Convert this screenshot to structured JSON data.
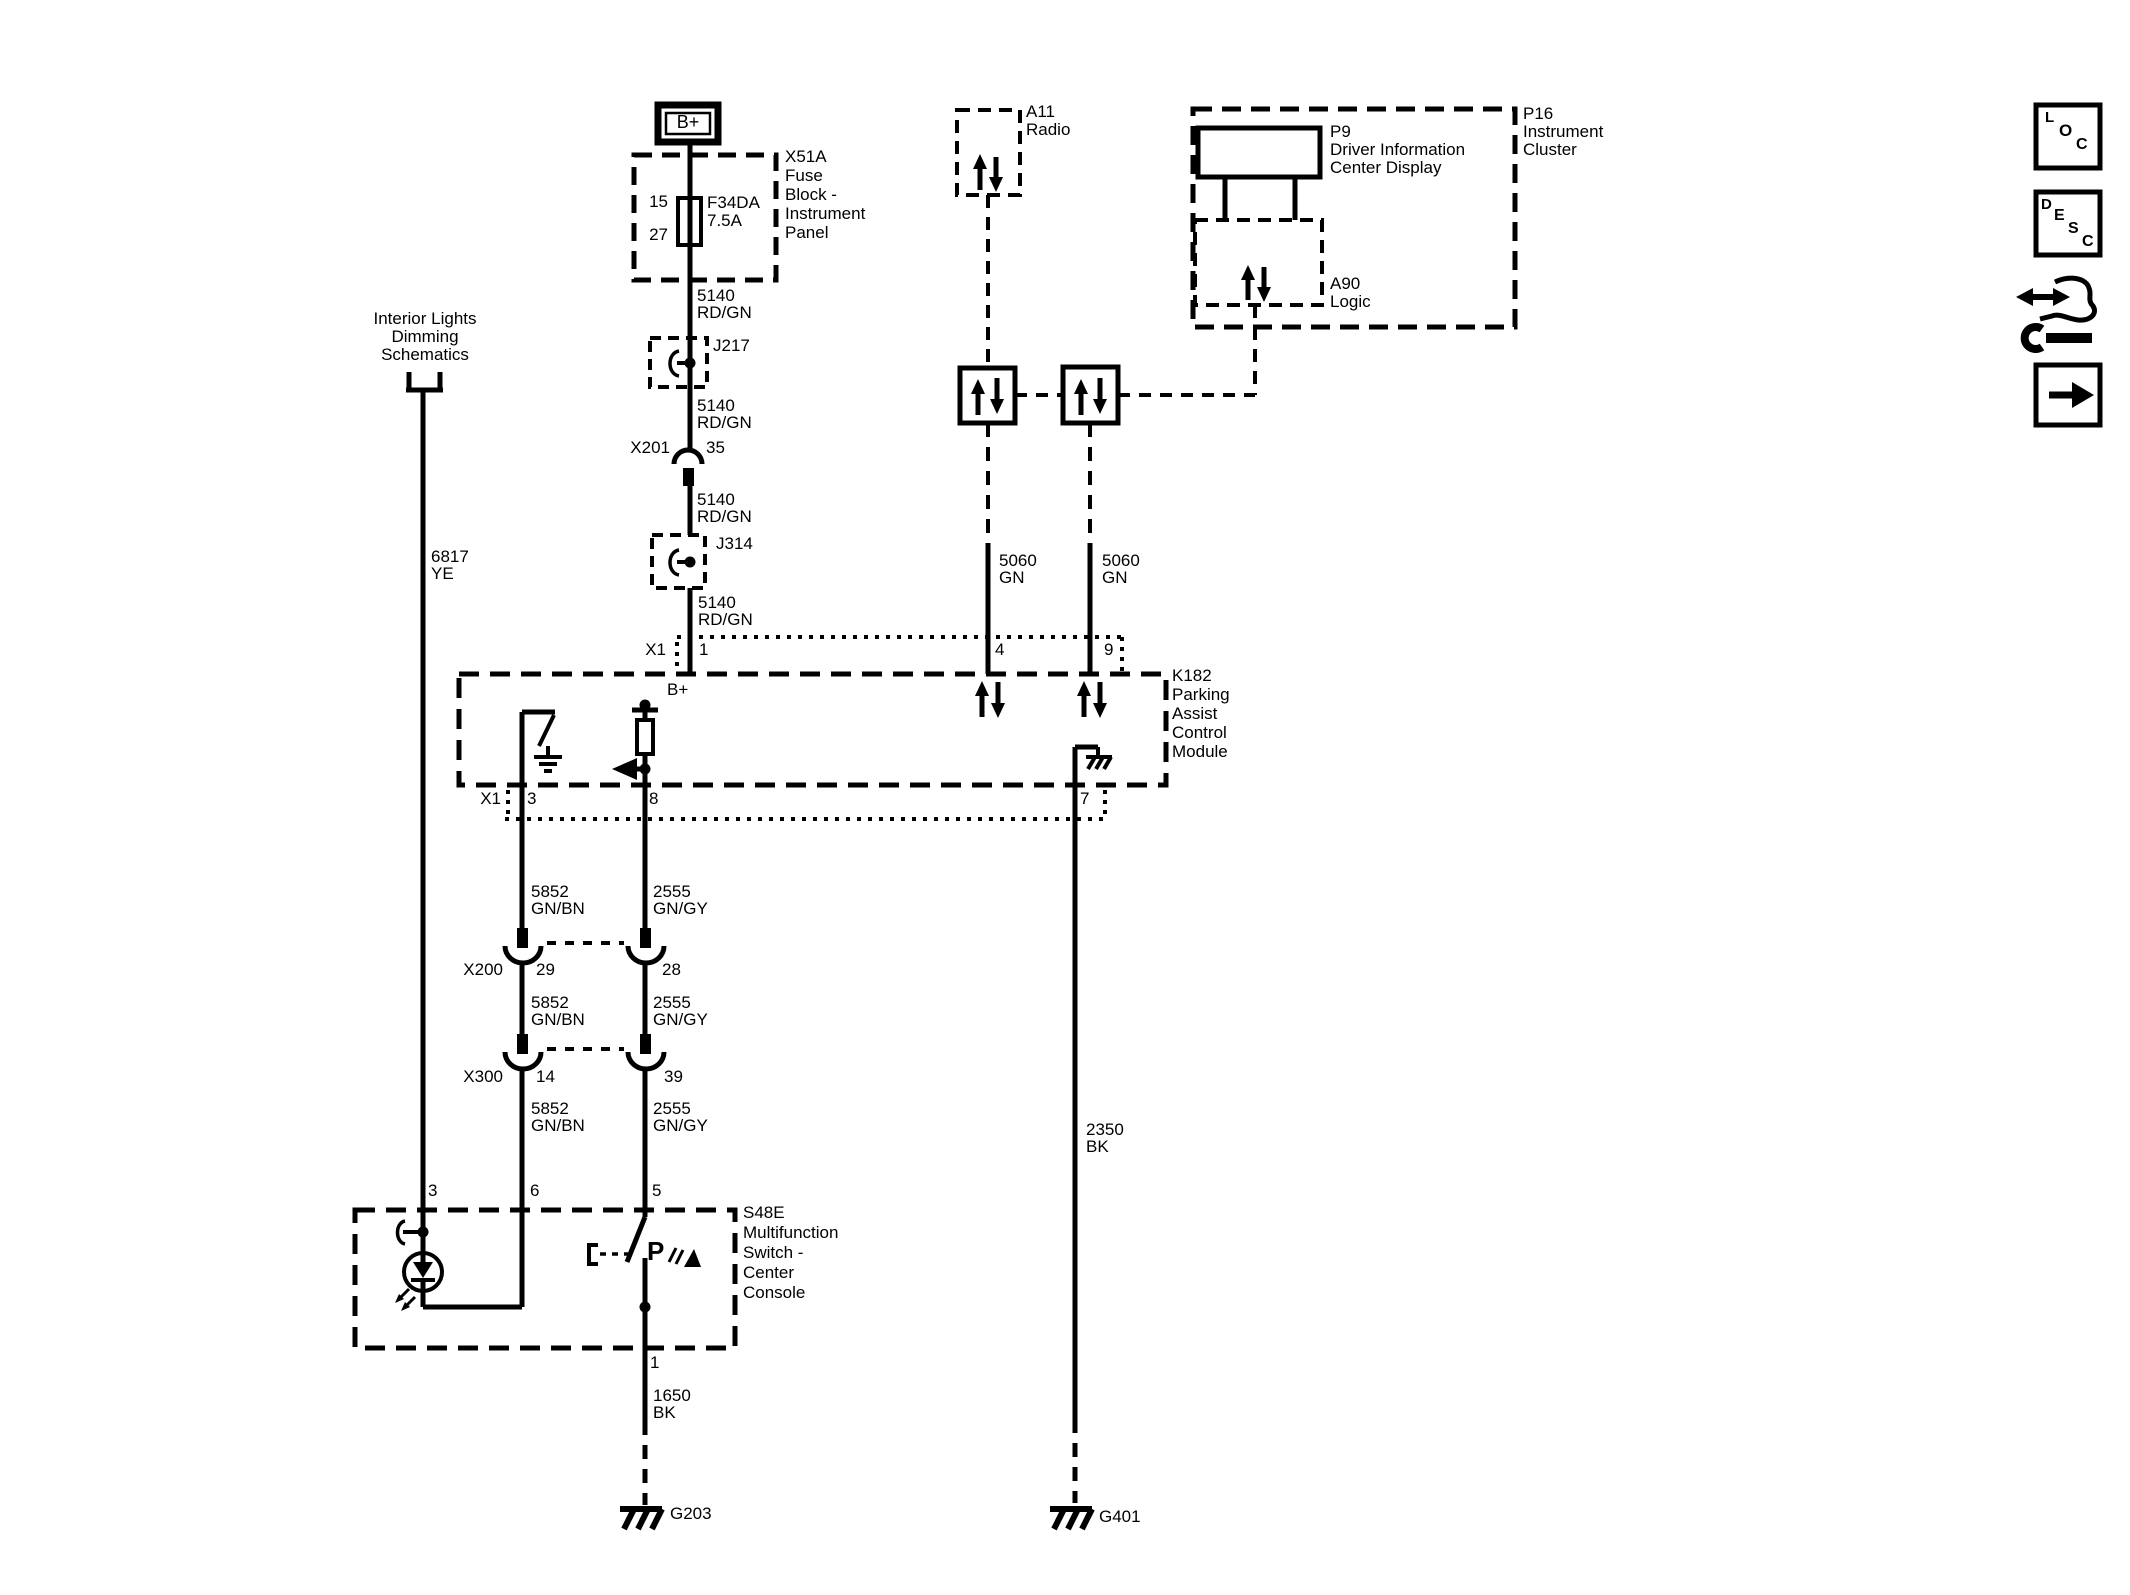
{
  "header": {
    "lines": [
      "Interior Lights",
      "Dimming",
      "Schematics"
    ]
  },
  "battery": {
    "label": "B+"
  },
  "fuse_block": {
    "id": "X51A",
    "name_lines": [
      "Fuse",
      "Block -",
      "Instrument",
      "Panel"
    ],
    "pin_top": "15",
    "pin_bottom": "27",
    "fuse_name": "F34DA",
    "fuse_rating": "7.5A"
  },
  "wires": {
    "w5140": {
      "id": "5140",
      "color": "RD/GN"
    },
    "w6817": {
      "id": "6817",
      "color": "YE"
    },
    "w5060": {
      "id": "5060",
      "color": "GN"
    },
    "w5852": {
      "id": "5852",
      "color": "GN/BN"
    },
    "w2555": {
      "id": "2555",
      "color": "GN/GY"
    },
    "w2350": {
      "id": "2350",
      "color": "BK"
    },
    "w1650": {
      "id": "1650",
      "color": "BK"
    }
  },
  "splices": {
    "j217": "J217",
    "j314": "J314"
  },
  "connectors": {
    "x1": "X1",
    "x201": {
      "id": "X201",
      "pin": "35"
    },
    "x200": {
      "id": "X200",
      "pin_left": "29",
      "pin_right": "28"
    },
    "x300": {
      "id": "X300",
      "pin_left": "14",
      "pin_right": "39"
    }
  },
  "radio": {
    "id": "A11",
    "name": "Radio"
  },
  "cluster": {
    "id": "P16",
    "name_lines": [
      "Instrument",
      "Cluster"
    ],
    "display": {
      "id": "P9",
      "name_lines": [
        "Driver Information",
        "Center Display"
      ]
    },
    "logic": {
      "id": "A90",
      "name": "Logic"
    }
  },
  "module": {
    "id": "K182",
    "name_lines": [
      "Parking",
      "Assist",
      "Control",
      "Module"
    ],
    "pins_top": [
      "1",
      "4",
      "9"
    ],
    "pins_bottom": [
      "3",
      "8",
      "7"
    ],
    "supply_label": "B+"
  },
  "mf_switch": {
    "id": "S48E",
    "name_lines": [
      "Multifunction",
      "Switch -",
      "Center",
      "Console"
    ],
    "pins_top": [
      "3",
      "6",
      "5"
    ],
    "pin_bottom": "1",
    "button_label": "P"
  },
  "grounds": {
    "g203": "G203",
    "g401": "G401"
  },
  "nav": {
    "loc": [
      "L",
      "O",
      "C"
    ],
    "desc": [
      "D",
      "E",
      "S",
      "C"
    ]
  }
}
